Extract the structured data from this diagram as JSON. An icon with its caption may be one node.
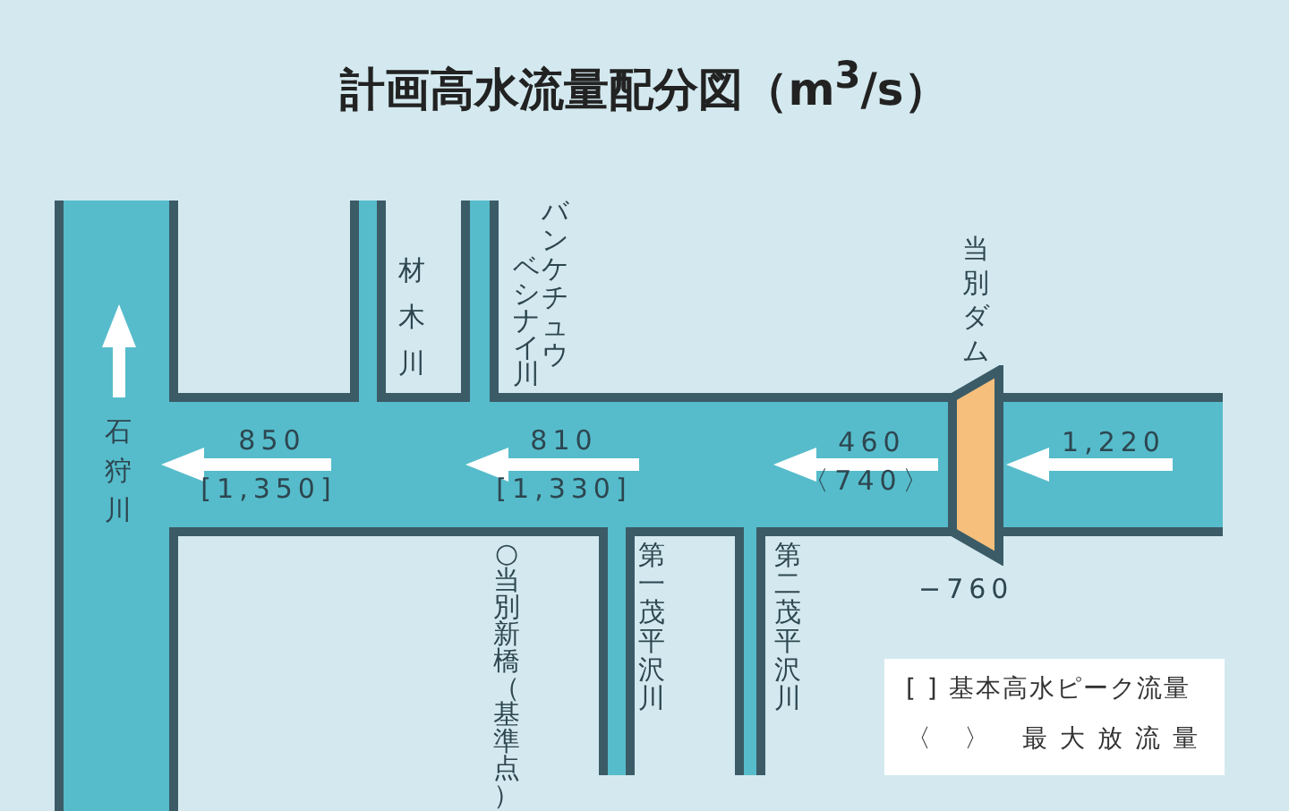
{
  "diagram": {
    "title": "計画高水流量配分図（m$^{3}$/s）",
    "nodes": [
      {
        "text": [
          "当別ダム"
        ],
        "beside": [
          "−760"
        ]
      }
    ],
    "labels": [
      "石狩川",
      "材木川",
      "バンケチュウ",
      "ベシナイ川",
      "850",
      "[1,350]",
      "810",
      "[1,330]",
      "460",
      "〈740〉",
      "1,220",
      "○当別新橋（基準点）",
      "第一茂平沢川",
      "第二茂平沢川"
    ],
    "legend": [
      {
        "text": "[ ] 基本高水ピーク流量"
      },
      {
        "text": "〈 〉 最大放流量"
      }
    ]
  }
}
